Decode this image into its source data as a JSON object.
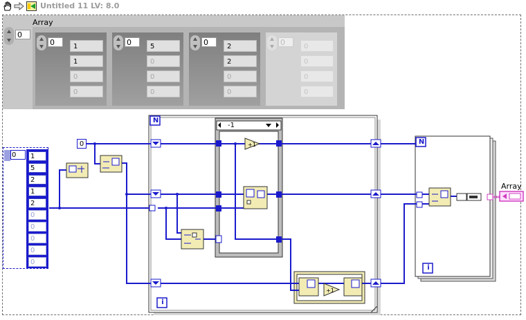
{
  "window": {
    "title": "Untitled 11 LV: 8.0"
  },
  "toolbar": {
    "icons": [
      "hand-icon",
      "arrow-icon",
      "vi-icon"
    ]
  },
  "front_panel": {
    "array_label": "Array",
    "outer_index": "0",
    "inner_arrays": [
      {
        "index": "0",
        "values": [
          "1",
          "1",
          "0",
          "0"
        ]
      },
      {
        "index": "0",
        "values": [
          "5",
          "0",
          "0",
          "0"
        ]
      },
      {
        "index": "0",
        "values": [
          "2",
          "2",
          "0",
          "0"
        ]
      },
      {
        "index": "0",
        "values": [
          "0",
          "0",
          "0",
          "0"
        ]
      }
    ]
  },
  "diagram": {
    "input_array": {
      "index": "0",
      "values": [
        "1",
        "5",
        "2",
        "1",
        "2",
        "0",
        "0",
        "0",
        "0",
        "0"
      ]
    },
    "constant_zero": "0",
    "loop1_count": "N",
    "loop1_iter": "i",
    "case_selector": "-1",
    "loop2_count": "N",
    "loop2_iter": "i",
    "output_label": "Array"
  }
}
